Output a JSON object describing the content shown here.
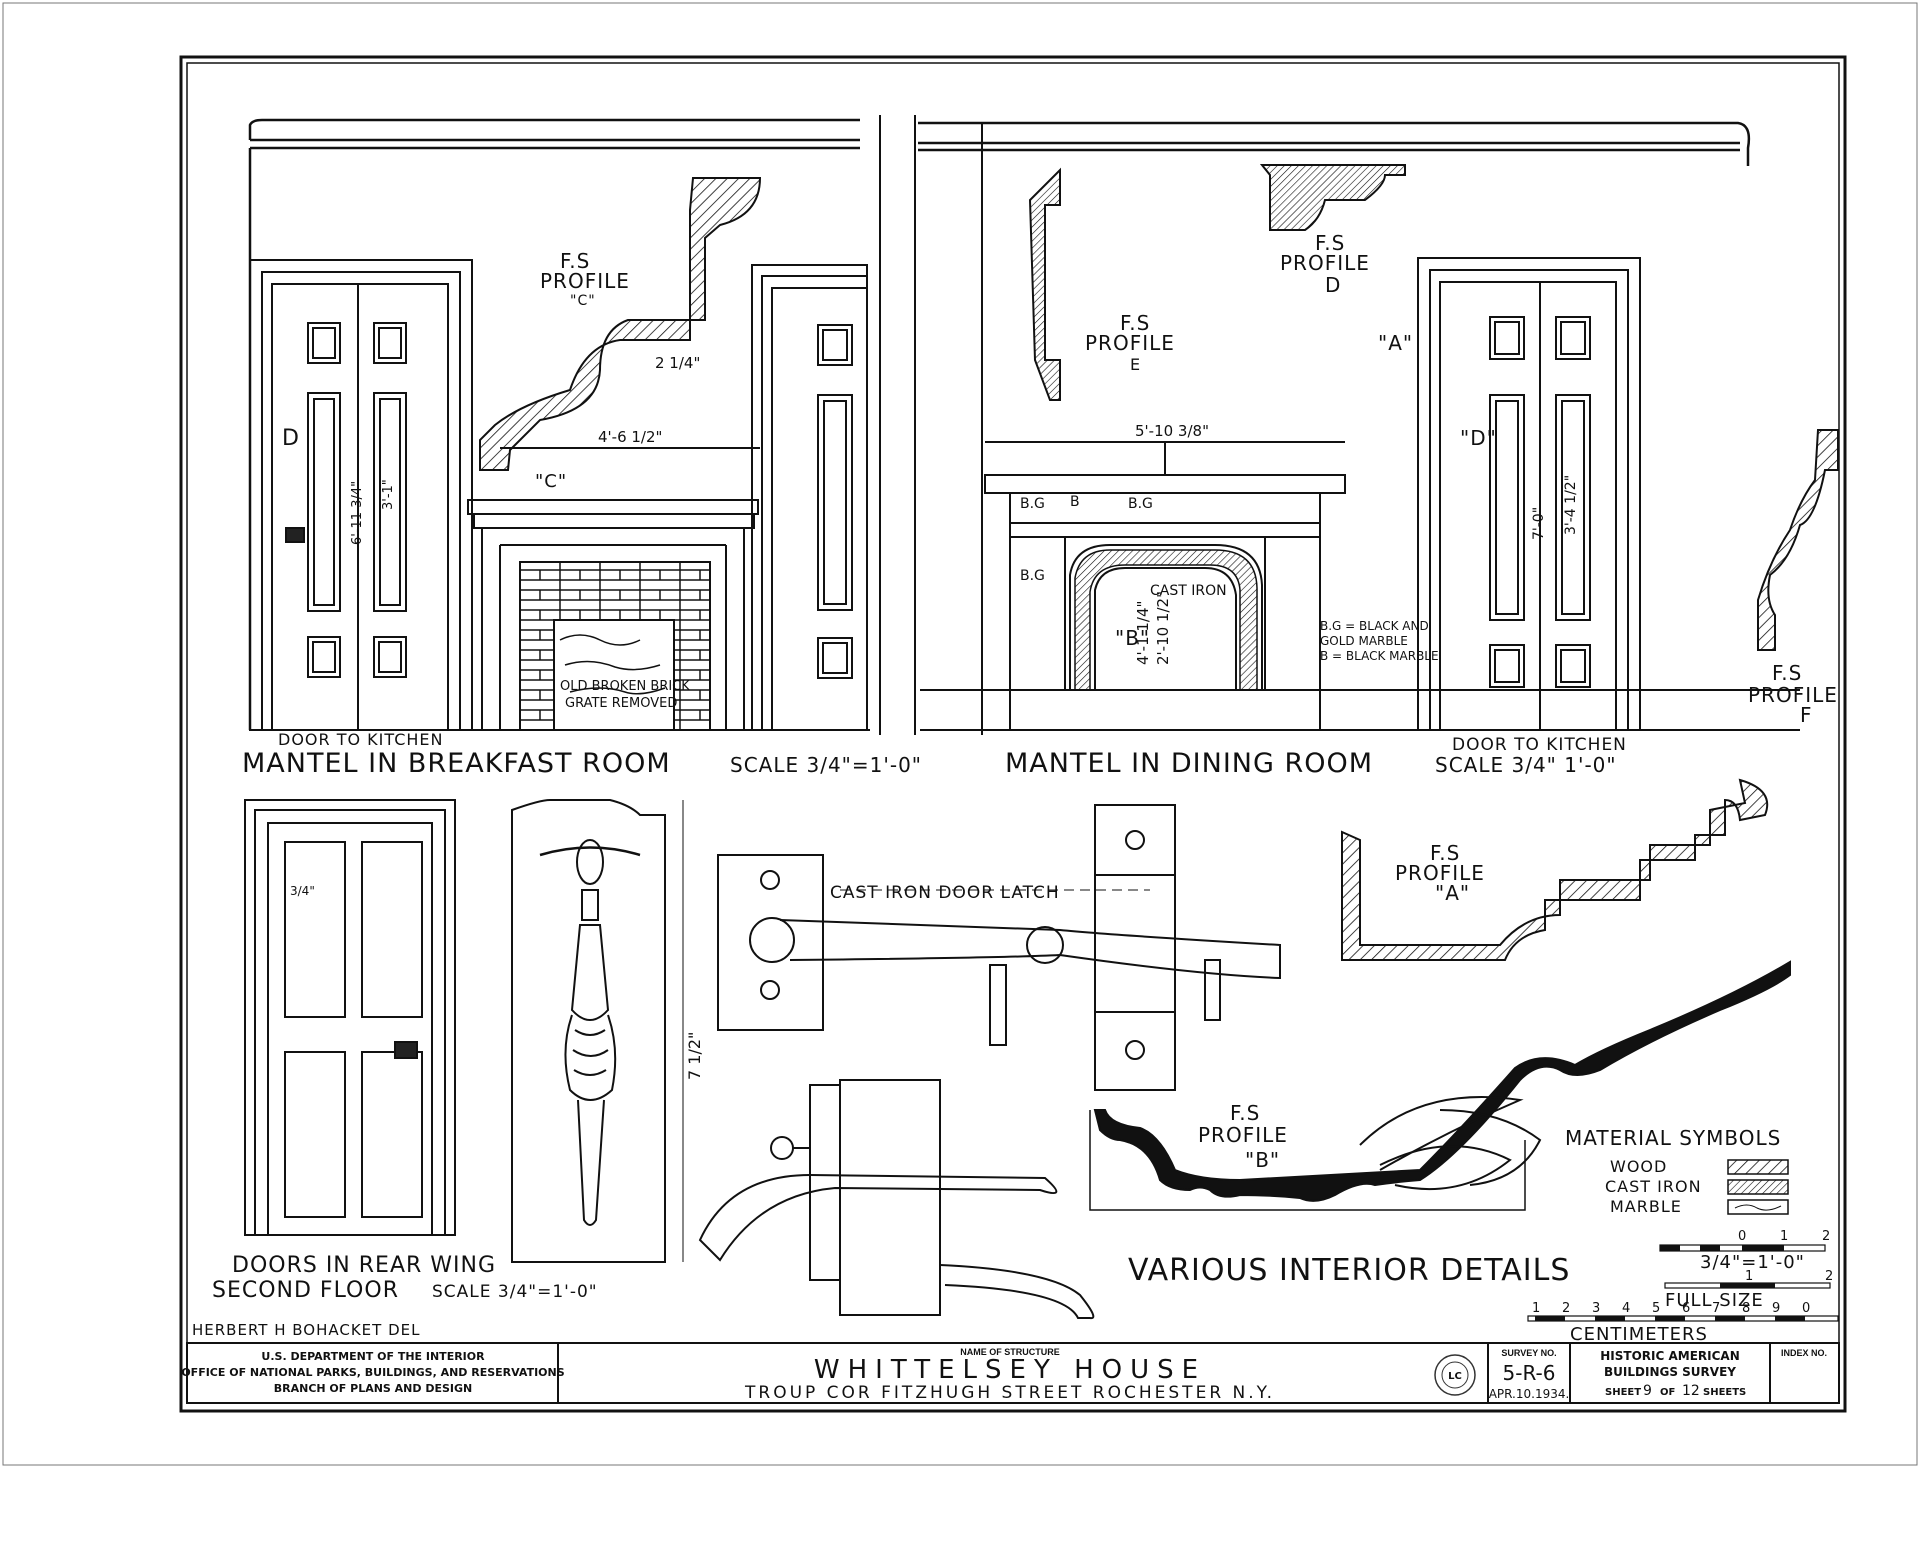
{
  "sheet": {
    "left_block": {
      "line1": "U.S. DEPARTMENT OF THE INTERIOR",
      "line2": "OFFICE OF NATIONAL PARKS, BUILDINGS, AND RESERVATIONS",
      "line3": "BRANCH OF PLANS AND DESIGN"
    },
    "structure": {
      "caption": "NAME OF STRUCTURE",
      "name": "WHITTELSEY HOUSE",
      "address": "TROUP COR FITZHUGH STREET ROCHESTER N.Y."
    },
    "survey": {
      "label": "SURVEY NO.",
      "number": "5-R-6",
      "date": "APR.10.1934."
    },
    "habs": {
      "line1": "HISTORIC AMERICAN",
      "line2": "BUILDINGS SURVEY",
      "sheet_word": "SHEET",
      "sheet_no": "9",
      "of_word": "OF",
      "total": "12",
      "sheets_word": "SHEETS"
    },
    "index_label": "INDEX NO.",
    "stamp_text": "LC",
    "delineator": "HERBERT H BOHACKET DEL"
  },
  "drawings": {
    "breakfast": {
      "title": "MANTEL IN BREAKFAST ROOM",
      "scale": "SCALE 3/4\"=1'-0\"",
      "door_label": "DOOR TO KITCHEN",
      "profile_c": [
        "F.S",
        "PROFILE",
        "\"C\""
      ],
      "c_tag": "\"C\"",
      "d_tag": "D",
      "brick_note": [
        "OLD BROKEN BRICK",
        "GRATE REMOVED"
      ],
      "dim_width": "4'-6 1/2\"",
      "dim_door_h": "6'-11 3/4\"",
      "dim_panel": "3'-1\"",
      "dim_profile": "2 1/4\""
    },
    "dining": {
      "title": "MANTEL IN DINING ROOM",
      "profile_e": [
        "F.S",
        "PROFILE",
        "E"
      ],
      "profile_d": [
        "F.S",
        "PROFILE",
        "D"
      ],
      "profile_f": [
        "F.S",
        "PROFILE",
        "F"
      ],
      "dim_width": "5'-10 3/8\"",
      "bg_tag": "B.G",
      "b_tag": "B",
      "b_quote": "\"B\"",
      "cast_iron": "CAST IRON",
      "dim_opening": "2'-10 1/2\"",
      "dim_height": "4'-1 1/4\"",
      "legend": [
        "B.G = BLACK AND",
        "GOLD MARBLE",
        "B = BLACK MARBLE"
      ]
    },
    "door_kitchen": {
      "label": "DOOR TO KITCHEN",
      "scale": "SCALE 3/4\" 1'-0\"",
      "a_tag": "\"A\"",
      "d_tag": "\"D\"",
      "dim_height": "7'-0\"",
      "dim_panel": "3'-4 1/2\""
    },
    "rear_wing": {
      "line1": "DOORS IN REAR WING",
      "line2": "SECOND FLOOR",
      "scale": "SCALE 3/4\"=1'-0\"",
      "dim": "3/4\""
    },
    "latch": {
      "label": "CAST IRON DOOR LATCH",
      "dim": "7 1/2\""
    },
    "profile_a": [
      "F.S",
      "PROFILE",
      "\"A\""
    ],
    "profile_b": [
      "F.S",
      "PROFILE",
      "\"B\""
    ],
    "various": "VARIOUS INTERIOR DETAILS",
    "materials": {
      "title": "MATERIAL SYMBOLS",
      "items": [
        "WOOD",
        "CAST IRON",
        "MARBLE"
      ]
    },
    "scales": {
      "bar1_labels": [
        "0",
        "1",
        "2"
      ],
      "bar1_caption": "3/4\"=1'-0\"",
      "bar2_labels": [
        "1",
        "2"
      ],
      "bar2_caption": "FULL SIZE",
      "cm_labels": [
        "1",
        "2",
        "3",
        "4",
        "5",
        "6",
        "7",
        "8",
        "9",
        "0"
      ],
      "cm_caption": "CENTIMETERS"
    }
  }
}
